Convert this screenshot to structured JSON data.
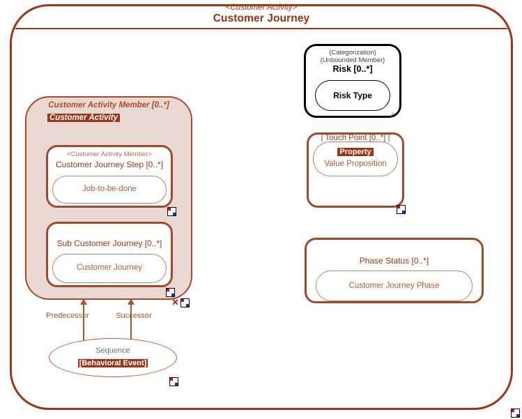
{
  "page": {
    "stereotype": "<Customer Activity>",
    "title": "Customer Journey"
  },
  "customer_activity_member": {
    "stereotype": "Customer Activity Member [0..*]",
    "name": "Customer Activity"
  },
  "customer_journey_step": {
    "stereotype": "<Customer Activity Member>",
    "name": "Customer Journey Step [0..*]",
    "inner": "Job-to-be-done"
  },
  "sub_customer_journey": {
    "name": "Sub Customer Journey [0..*]",
    "inner": "Customer Journey"
  },
  "risk": {
    "stereotype1": "{Categorization}",
    "stereotype2": "{Unbounded Member}",
    "name": "Risk [0..*]",
    "inner": "Risk Type",
    "warning_icon": "warning-icon"
  },
  "touch_point": {
    "name": "| Touch Point [0..*] |",
    "property": "Property",
    "inner": "Value Proposition"
  },
  "phase_status": {
    "name": "Phase Status [0..*]",
    "inner": "Customer Journey Phase"
  },
  "sequence": {
    "stereotype": "Sequence",
    "name": "[Behavioral Event]"
  },
  "relations": {
    "predecessor": "Predecessor",
    "successor": "Successor"
  },
  "icons": {
    "marker": "resize-marker-icon",
    "delete": "✕"
  },
  "colors": {
    "frame": "#9d3516",
    "accent": "#a04a2c",
    "fill": "#ead9d2",
    "highlight_bg": "#9d3516",
    "highlight_fg": "#ffffff",
    "black": "#000000",
    "gray_text": "#6e6e6e"
  }
}
